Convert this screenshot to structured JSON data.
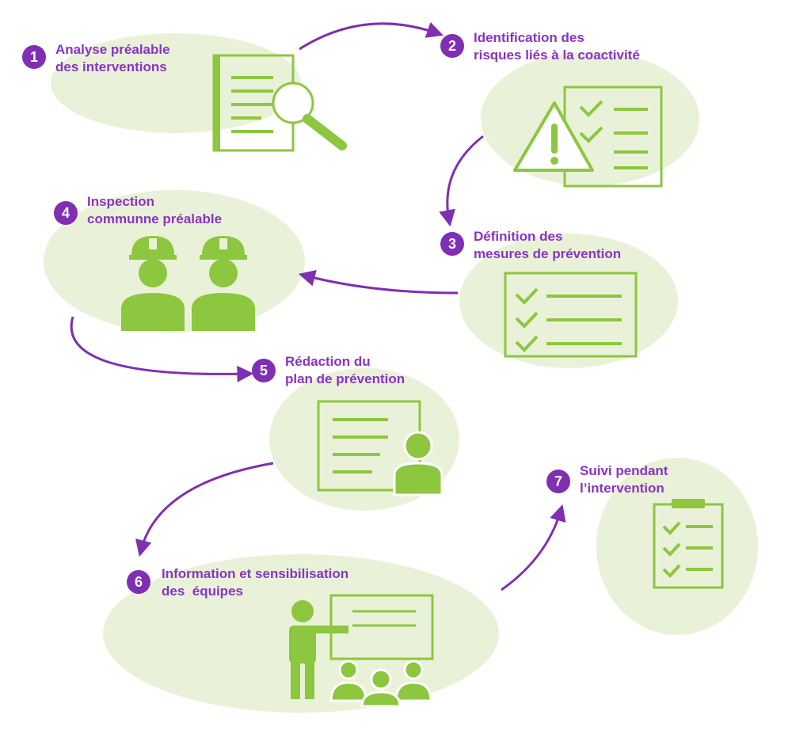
{
  "colors": {
    "accent": "#7f2fb2",
    "text": "#8a33c4",
    "icon": "#8dc63f",
    "blob": "#e9f2d8"
  },
  "steps": [
    {
      "number": "1",
      "line1": "Analyse préalable",
      "line2": "des interventions",
      "icon": "document-magnifier-icon"
    },
    {
      "number": "2",
      "line1": "Identification des",
      "line2": "risques liés à la coactivité",
      "icon": "warning-checklist-icon"
    },
    {
      "number": "3",
      "line1": "Définition des",
      "line2": "mesures de prévention",
      "icon": "checklist-icon"
    },
    {
      "number": "4",
      "line1": "Inspection",
      "line2": "communne préalable",
      "icon": "two-workers-helmets-icon"
    },
    {
      "number": "5",
      "line1": "Rédaction du",
      "line2": "plan de prévention",
      "icon": "document-person-icon"
    },
    {
      "number": "6",
      "line1": "Information et sensibilisation",
      "line2": "des  équipes",
      "icon": "trainer-audience-icon"
    },
    {
      "number": "7",
      "line1": "Suivi pendant",
      "line2": "l’intervention",
      "icon": "clipboard-checklist-icon"
    }
  ]
}
